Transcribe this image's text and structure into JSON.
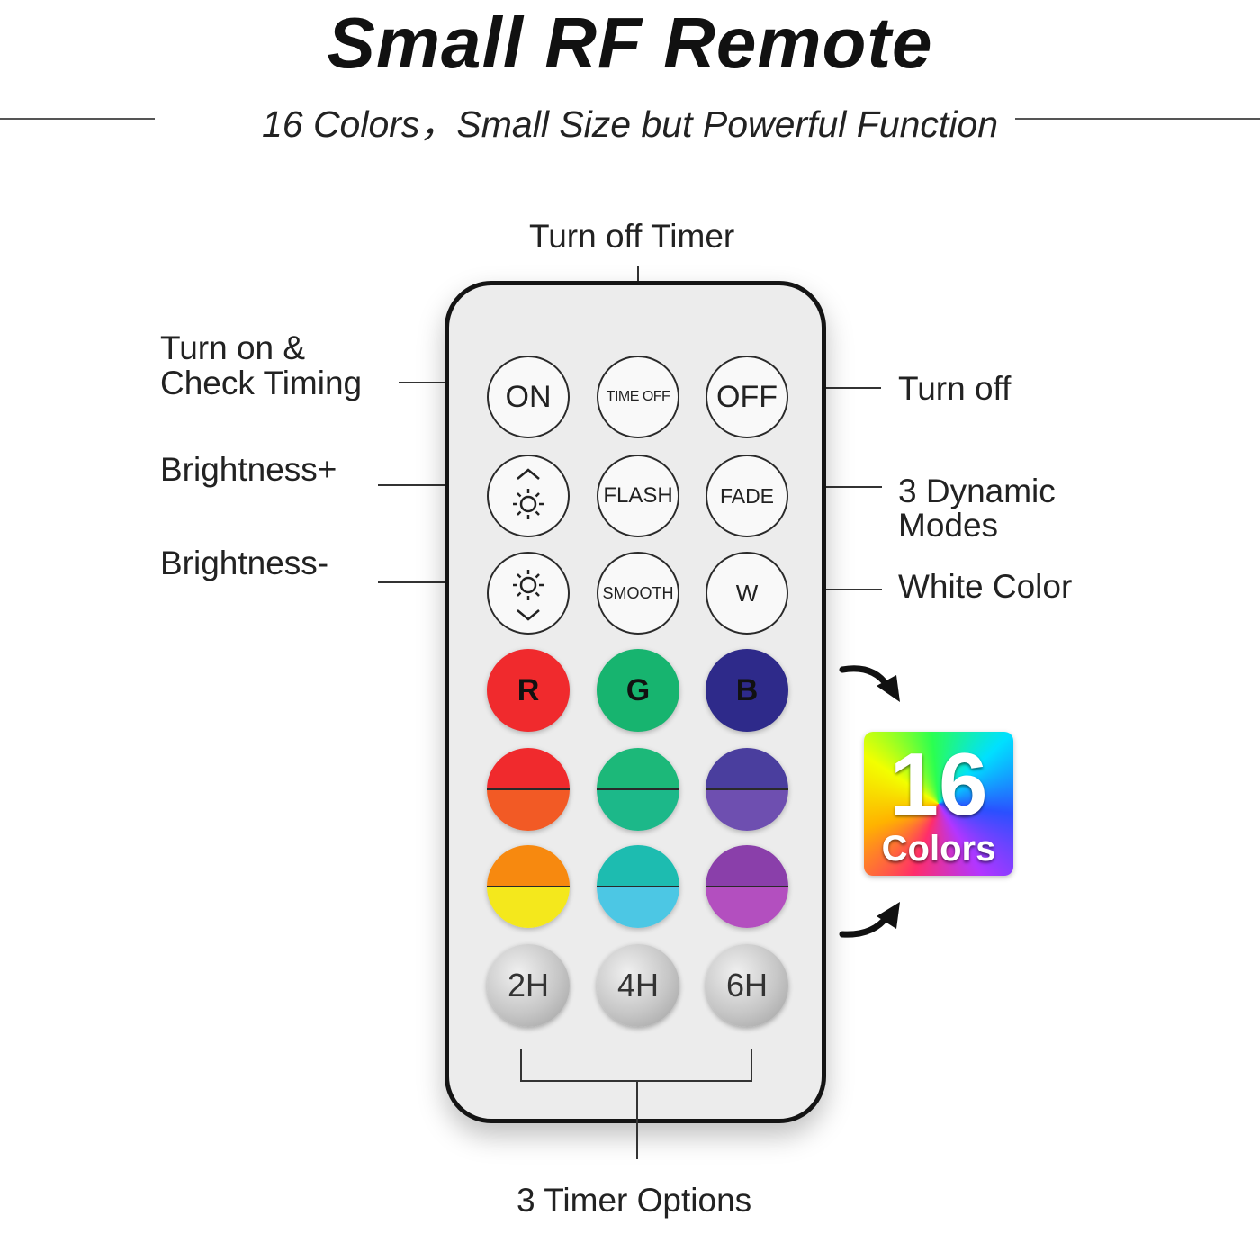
{
  "header": {
    "title": "Small RF Remote",
    "subtitle": "16 Colors，Small Size but Powerful Function"
  },
  "callouts": {
    "turn_off_timer": "Turn off Timer",
    "turn_on_line1": "Turn on &",
    "turn_on_line2": "Check Timing",
    "turn_off": "Turn off",
    "brightness_plus": "Brightness+",
    "brightness_minus": "Brightness-",
    "dynamic_line1": "3 Dynamic",
    "dynamic_line2": "Modes",
    "white_color": "White Color",
    "timer_options": "3 Timer Options"
  },
  "remote": {
    "buttons": {
      "on": "ON",
      "time_off": "TIME OFF",
      "off": "OFF",
      "flash": "FLASH",
      "fade": "FADE",
      "smooth": "SMOOTH",
      "w": "W",
      "r": "R",
      "g": "G",
      "b": "B",
      "t2h": "2H",
      "t4h": "4H",
      "t6h": "6H"
    },
    "colors": {
      "red": "#f02a2d",
      "green": "#17b46f",
      "blue": "#2e2a8a",
      "row2": [
        [
          "#f02a2d",
          "#f25a25"
        ],
        [
          "#1cb879",
          "#1cb889"
        ],
        [
          "#4a3e9e",
          "#6e4fb0"
        ]
      ],
      "row3": [
        [
          "#f7890f",
          "#f4e81c"
        ],
        [
          "#1dbcb0",
          "#4cc7e4"
        ],
        [
          "#8a3faa",
          "#b34fbf"
        ]
      ]
    }
  },
  "badge": {
    "number": "16",
    "word": "Colors"
  }
}
